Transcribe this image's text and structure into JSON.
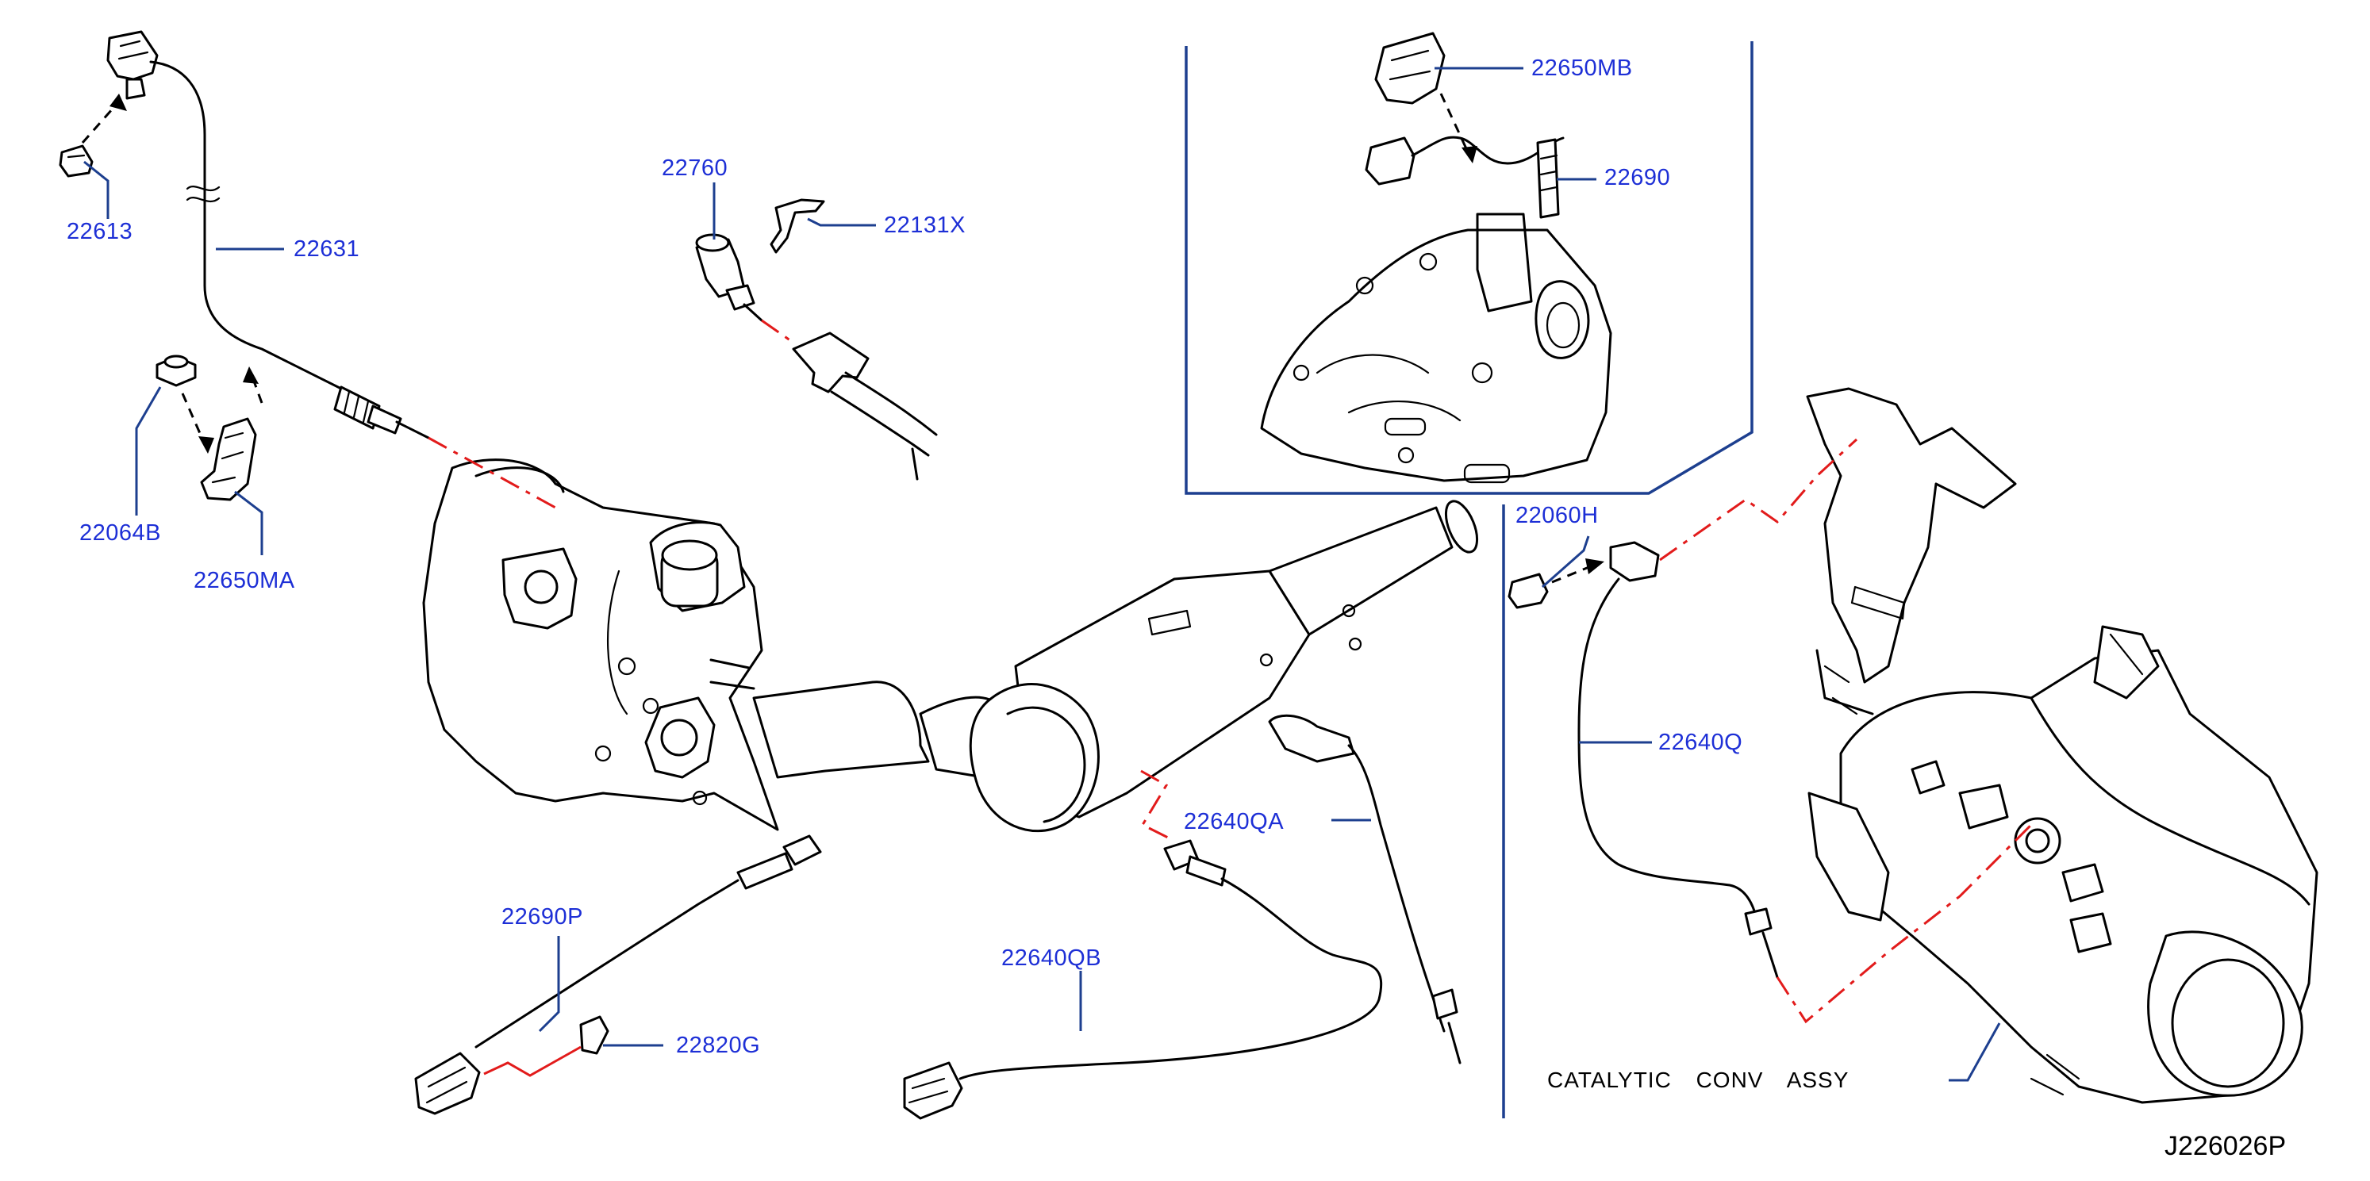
{
  "diagram": {
    "part_labels": {
      "p22613": "22613",
      "p22631": "22631",
      "p22064B": "22064B",
      "p22650MA": "22650MA",
      "p22760": "22760",
      "p22131X": "22131X",
      "p22650MB": "22650MB",
      "p22690": "22690",
      "p22060H": "22060H",
      "p22640Q": "22640Q",
      "p22640QA": "22640QA",
      "p22640QB": "22640QB",
      "p22690P": "22690P",
      "p22820G": "22820G"
    },
    "caption": "CATALYTIC CONV ASSY",
    "drawing_code": "J226026P",
    "colors": {
      "label_text": "#1d2fd6",
      "leader_line": "#1d3f8f",
      "connection_line": "#e21b1b",
      "drawing_ink": "#000000"
    }
  }
}
